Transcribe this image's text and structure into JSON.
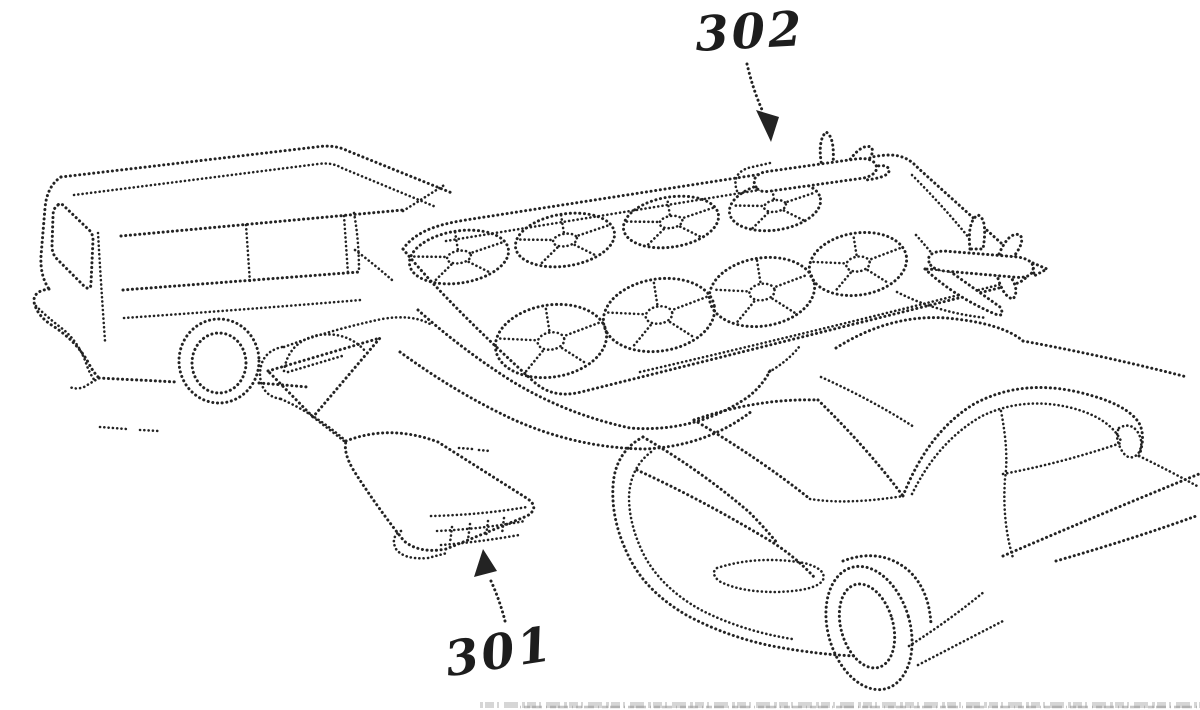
{
  "figure": {
    "kind": "patent line drawing",
    "background_color": "#ffffff",
    "ink_color": "#232323",
    "annotations": {
      "a302": {
        "label": "302",
        "points_to": "multirotor flying vehicle wing with lift rotors"
      },
      "a301": {
        "label": "301",
        "points_to": "nose landing-skid plates of flying vehicle"
      }
    },
    "objects": [
      {
        "name": "station wagon",
        "position": "left"
      },
      {
        "name": "multirotor flying vehicle",
        "position": "center",
        "lift_rotors": 8,
        "pusher_propellers": 2
      },
      {
        "name": "sedan",
        "position": "right"
      }
    ]
  }
}
